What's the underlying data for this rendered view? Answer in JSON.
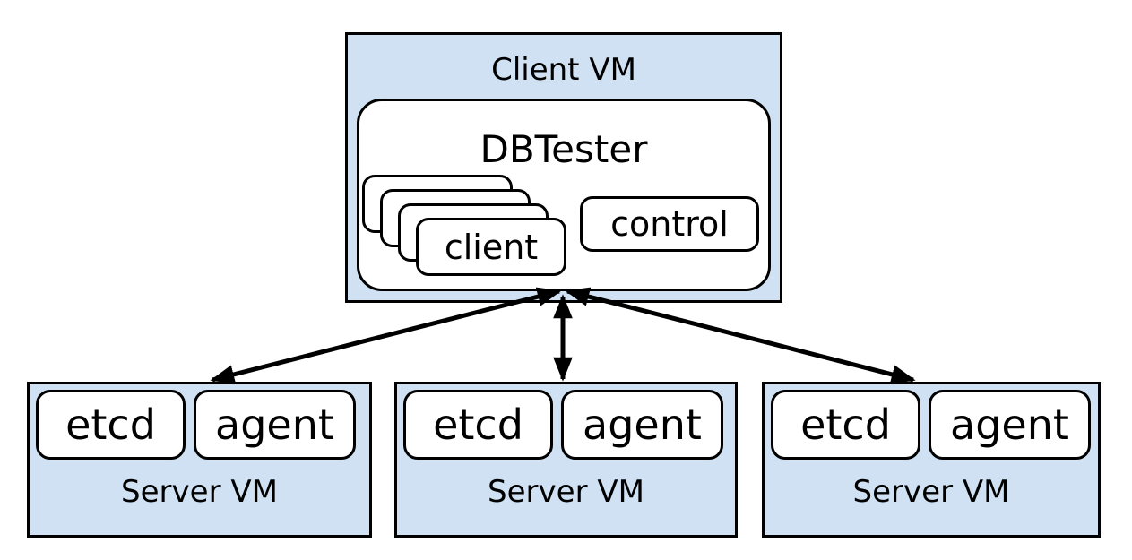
{
  "client_vm": {
    "label": "Client VM",
    "dbtester": {
      "label": "DBTester",
      "client": {
        "label": "client",
        "stack_count": 4
      },
      "control": {
        "label": "control"
      }
    }
  },
  "server_vms": [
    {
      "label": "Server VM",
      "components": [
        "etcd",
        "agent"
      ]
    },
    {
      "label": "Server VM",
      "components": [
        "etcd",
        "agent"
      ]
    },
    {
      "label": "Server VM",
      "components": [
        "etcd",
        "agent"
      ]
    }
  ],
  "connections": [
    {
      "from": "client-vm",
      "to": "server-vm-1",
      "bidirectional": true
    },
    {
      "from": "client-vm",
      "to": "server-vm-2",
      "bidirectional": true
    },
    {
      "from": "client-vm",
      "to": "server-vm-3",
      "bidirectional": true
    }
  ],
  "colors": {
    "vm_fill": "#cfe1f2",
    "box_fill": "#ffffff",
    "border": "#000000",
    "arrow": "#000000",
    "background": "#ffffff"
  }
}
